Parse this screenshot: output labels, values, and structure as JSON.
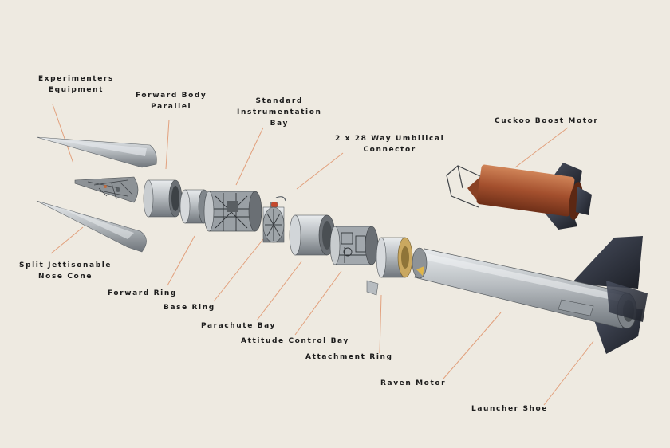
{
  "labels": {
    "experimenters_equipment": [
      "Experimenters",
      "Equipment"
    ],
    "forward_body_parallel": [
      "Forward Body",
      "Parallel"
    ],
    "standard_instrumentation_bay": [
      "Standard",
      "Instrumentation",
      "Bay"
    ],
    "umbilical_connector": [
      "2 x 28 Way Umbilical",
      "Connector"
    ],
    "cuckoo_boost_motor": "Cuckoo Boost Motor",
    "split_nose_cone": [
      "Split Jettisonable",
      "Nose Cone"
    ],
    "forward_ring": "Forward Ring",
    "base_ring": "Base Ring",
    "parachute_bay": "Parachute Bay",
    "attitude_control_bay": "Attitude Control Bay",
    "attachment_ring": "Attachment Ring",
    "raven_motor": "Raven Motor",
    "launcher_shoe": "Launcher Shoe"
  },
  "colors": {
    "background": "#eeeae1",
    "leader_line": "#e2a07c",
    "metal": "#b7bcc0",
    "motor_copper": "#a4502e",
    "fin_dark": "#2a2e36"
  }
}
